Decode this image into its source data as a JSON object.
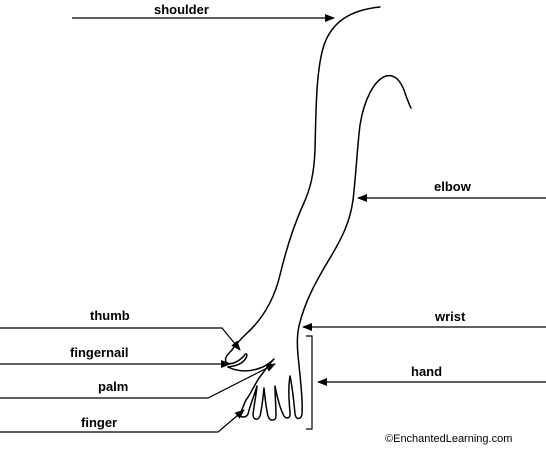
{
  "diagram": {
    "labels": {
      "shoulder": "shoulder",
      "elbow": "elbow",
      "thumb": "thumb",
      "wrist": "wrist",
      "fingernail": "fingernail",
      "hand": "hand",
      "palm": "palm",
      "finger": "finger"
    },
    "credit": "©EnchantedLearning.com",
    "line_color": "#000000"
  }
}
